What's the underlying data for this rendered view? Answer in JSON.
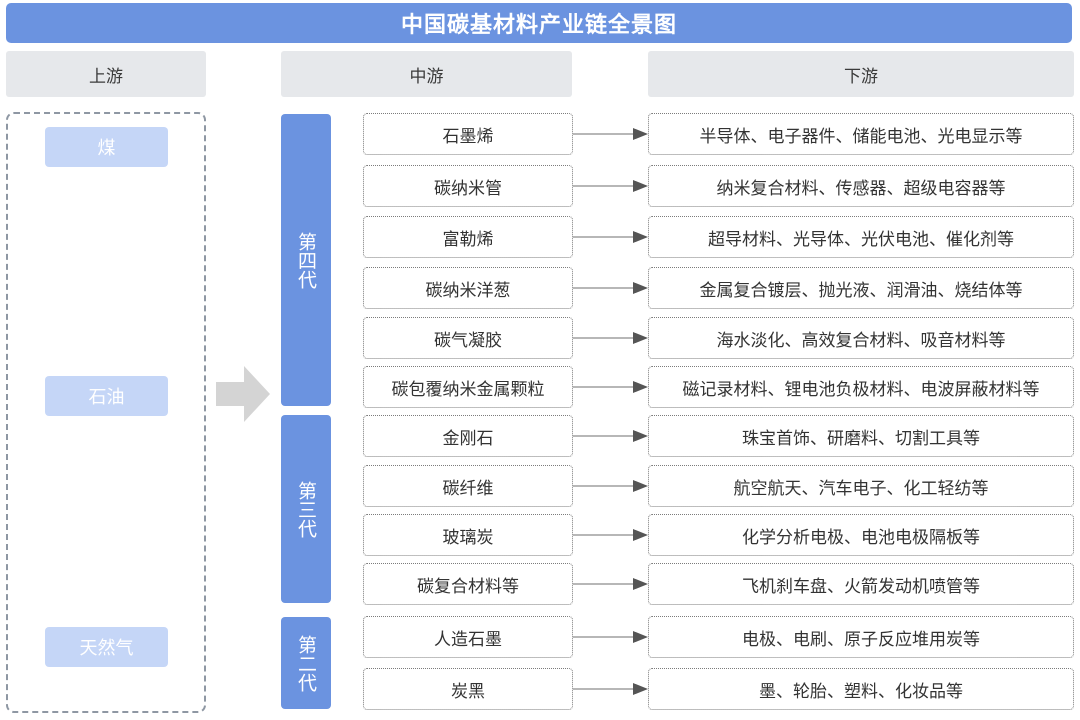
{
  "title": "中国碳基材料产业链全景图",
  "headers": {
    "upstream": "上游",
    "midstream": "中游",
    "downstream": "下游"
  },
  "upstream": [
    "煤",
    "石油",
    "天然气"
  ],
  "generations": [
    {
      "label": "第四代",
      "count": 6
    },
    {
      "label": "第三代",
      "count": 4
    },
    {
      "label": "第二代",
      "count": 2
    }
  ],
  "rows": [
    {
      "mid": "石墨烯",
      "down": "半导体、电子器件、储能电池、光电显示等"
    },
    {
      "mid": "碳纳米管",
      "down": "纳米复合材料、传感器、超级电容器等"
    },
    {
      "mid": "富勒烯",
      "down": "超导材料、光导体、光伏电池、催化剂等"
    },
    {
      "mid": "碳纳米洋葱",
      "down": "金属复合镀层、抛光液、润滑油、烧结体等"
    },
    {
      "mid": "碳气凝胶",
      "down": "海水淡化、高效复合材料、吸音材料等"
    },
    {
      "mid": "碳包覆纳米金属颗粒",
      "down": "磁记录材料、锂电池负极材料、电波屏蔽材料等"
    },
    {
      "mid": "金刚石",
      "down": "珠宝首饰、研磨料、切割工具等"
    },
    {
      "mid": "碳纤维",
      "down": "航空航天、汽车电子、化工轻纺等"
    },
    {
      "mid": "玻璃炭",
      "down": "化学分析电极、电池电极隔板等"
    },
    {
      "mid": "碳复合材料等",
      "down": "飞机刹车盘、火箭发动机喷管等"
    },
    {
      "mid": "人造石墨",
      "down": "电极、电刷、原子反应堆用炭等"
    },
    {
      "mid": "炭黑",
      "down": "墨、轮胎、塑料、化妆品等"
    }
  ],
  "colors": {
    "accent": "#6b93e0",
    "upstream_item": "#c5d6f7",
    "header_bg": "#e6e8eb",
    "arrow": "#8c8c8c"
  },
  "icons": {
    "flow": "right-arrow-icon"
  }
}
